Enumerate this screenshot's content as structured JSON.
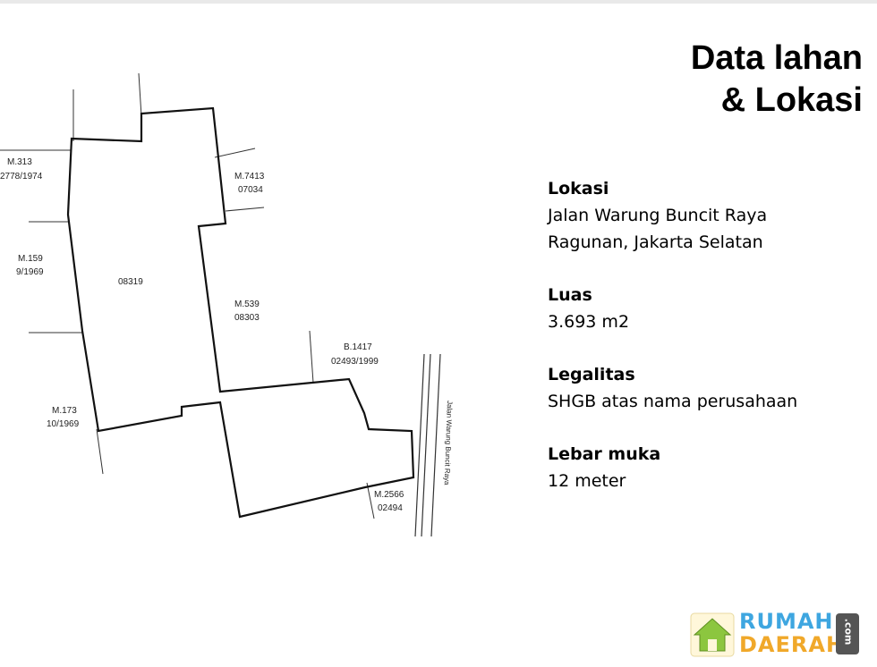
{
  "title": {
    "line1": "Data lahan",
    "line2": "& Lokasi"
  },
  "info": [
    {
      "label": "Lokasi",
      "values": [
        "Jalan Warung Buncit Raya",
        "Ragunan, Jakarta Selatan"
      ]
    },
    {
      "label": "Luas",
      "values": [
        "3.693 m2"
      ]
    },
    {
      "label": "Legalitas",
      "values": [
        "SHGB atas nama perusahaan"
      ]
    },
    {
      "label": "Lebar muka",
      "values": [
        "12 meter"
      ]
    }
  ],
  "map": {
    "parcels": [
      {
        "line1": "M.313",
        "line2": "2778/1974"
      },
      {
        "line1": "M.7413",
        "line2": "07034"
      },
      {
        "line1": "M.159",
        "line2": "9/1969"
      },
      {
        "line1": "08319",
        "line2": ""
      },
      {
        "line1": "M.539",
        "line2": "08303"
      },
      {
        "line1": "B.1417",
        "line2": "02493/1999"
      },
      {
        "line1": "M.173",
        "line2": "10/1969"
      },
      {
        "line1": "M.2566",
        "line2": "02494"
      }
    ],
    "road_label": "Jalan Warung Buncit Raya"
  },
  "logo": {
    "word1": "RUMAH",
    "word2": "DAERAH",
    "suffix": ".com"
  },
  "colors": {
    "logo_blue": "#3ea6e0",
    "logo_orange": "#f0a82a",
    "logo_green": "#8cc63f"
  }
}
